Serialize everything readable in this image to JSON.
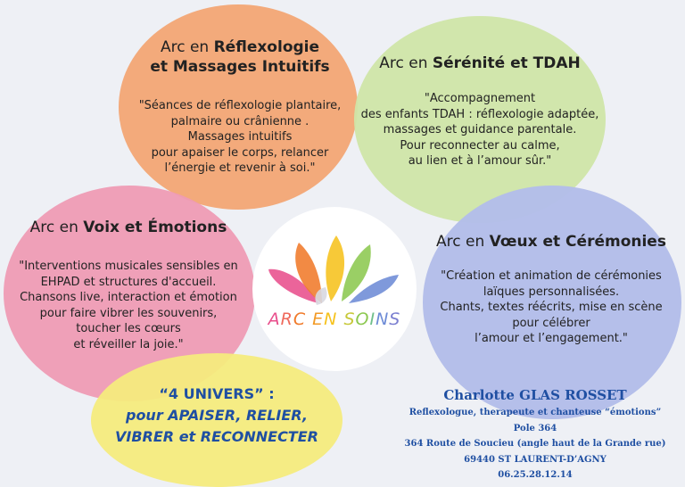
{
  "reflexologie": {
    "title_pre": "Arc en ",
    "title_bold_1": "Réflexologie",
    "title_bold_2": "et Massages Intuitifs",
    "body": "\"Séances de réflexologie plantaire,\npalmaire ou crânienne .\nMassages intuitifs\npour apaiser le corps, relancer\nl’énergie et revenir à soi.\""
  },
  "serenite": {
    "title_pre": "Arc en ",
    "title_bold": "Sérénité et TDAH",
    "body": "\"Accompagnement\ndes enfants TDAH : réflexologie adaptée,\nmassages et guidance parentale.\nPour reconnecter au calme,\nau lien et à l’amour sûr.\""
  },
  "voix": {
    "title_pre": "Arc en ",
    "title_bold": "Voix et Émotions",
    "body": "\"Interventions musicales sensibles en\nEHPAD et structures d'accueil.\nChansons live, interaction et émotion\npour faire vibrer les souvenirs,\ntoucher les cœurs\net réveiller la joie.\""
  },
  "voeux": {
    "title_pre": "Arc en ",
    "title_bold": "Vœux et Cérémonies",
    "body": "\"Création et animation de cérémonies\nlaïques personnalisées.\nChants, textes réécrits, mise en scène\npour célébrer\nl’amour et l’engagement.\""
  },
  "univers": {
    "line1": "“4 UNIVERS” :",
    "line2": "pour APAISER, RELIER,",
    "line3": "VIBRER et RECONNECTER"
  },
  "logo": {
    "text": "ARC EN SOINS",
    "petal_colors": [
      "#e84f8c",
      "#f07a2a",
      "#f6c21c",
      "#8cc850",
      "#6d8bd6",
      "#d8d8e0"
    ]
  },
  "contact": {
    "name": "Charlotte GLAS ROSSET",
    "role": "Reflexologue, therapeute et chanteuse “émotions”",
    "address_1": "Pole 364",
    "address_2": "364 Route de Soucieu (angle haut de la Grande rue)",
    "address_3": "69440 ST LAURENT-D’AGNY",
    "phone": "06.25.28.12.14"
  }
}
